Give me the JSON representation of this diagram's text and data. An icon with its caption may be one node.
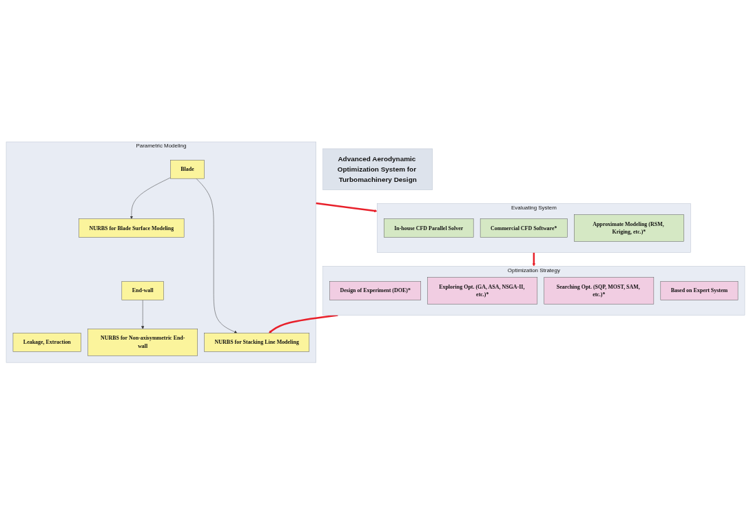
{
  "diagram": {
    "nodes": [
      {
        "text": [
          "Advanced Aerodynamic Optimization System for Turbomachinery Design"
        ]
      },
      {
        "text": [
          "Parametric Modeling"
        ]
      },
      {
        "text": [
          "Blade"
        ],
        "in": 1
      },
      {
        "text": [
          "NURBS for Blade Surface Modeling"
        ],
        "in": 1
      },
      {
        "text": [
          "Leakage, Extraction"
        ],
        "in": 1
      },
      {
        "text": [
          "NURBS for Stacking Line Modeling"
        ],
        "in": 1
      },
      {
        "text": [
          "End-wall"
        ],
        "in": 1
      },
      {
        "text": [
          "NURBS for Non-axisymmetric End-wall"
        ],
        "in": 1
      },
      {
        "text": [
          "Evaluating System"
        ]
      },
      {
        "text": [
          "In-house CFD Parallel Solver"
        ],
        "in": 8
      },
      {
        "text": [
          "Commercial CFD Software*"
        ],
        "in": 8
      },
      {
        "text": [
          "Approximate Modeling (RSM, Kriging, etc.)*"
        ],
        "in": 8
      },
      {
        "text": [
          "Optimization Strategy"
        ]
      },
      {
        "text": [
          "Design of Experiment (DOE)*"
        ],
        "in": 12
      },
      {
        "text": [
          "Exploring Opt. (GA, ASA, NSGA-II, etc.)*"
        ],
        "in": 12
      },
      {
        "text": [
          "Searching Opt. (SQP, MOST, SAM, etc.)*"
        ],
        "in": 12
      },
      {
        "text": [
          "Based on Expert System"
        ],
        "in": 12
      }
    ],
    "edges": [
      {
        "from": 2,
        "to": 3,
        "arrow": "to"
      },
      {
        "from": 2,
        "to": 5,
        "arrow": "to"
      },
      {
        "from": 6,
        "to": 7,
        "arrow": "to"
      },
      {
        "from": 1,
        "to": 8,
        "arrow": "to",
        "style": "thick",
        "color": "#e8202a"
      },
      {
        "from": 8,
        "to": 12,
        "arrow": "to",
        "style": "thick",
        "color": "#e8202a"
      },
      {
        "from": 12,
        "to": 5,
        "arrow": "to",
        "style": "thick",
        "color": "#e8202a"
      }
    ]
  }
}
